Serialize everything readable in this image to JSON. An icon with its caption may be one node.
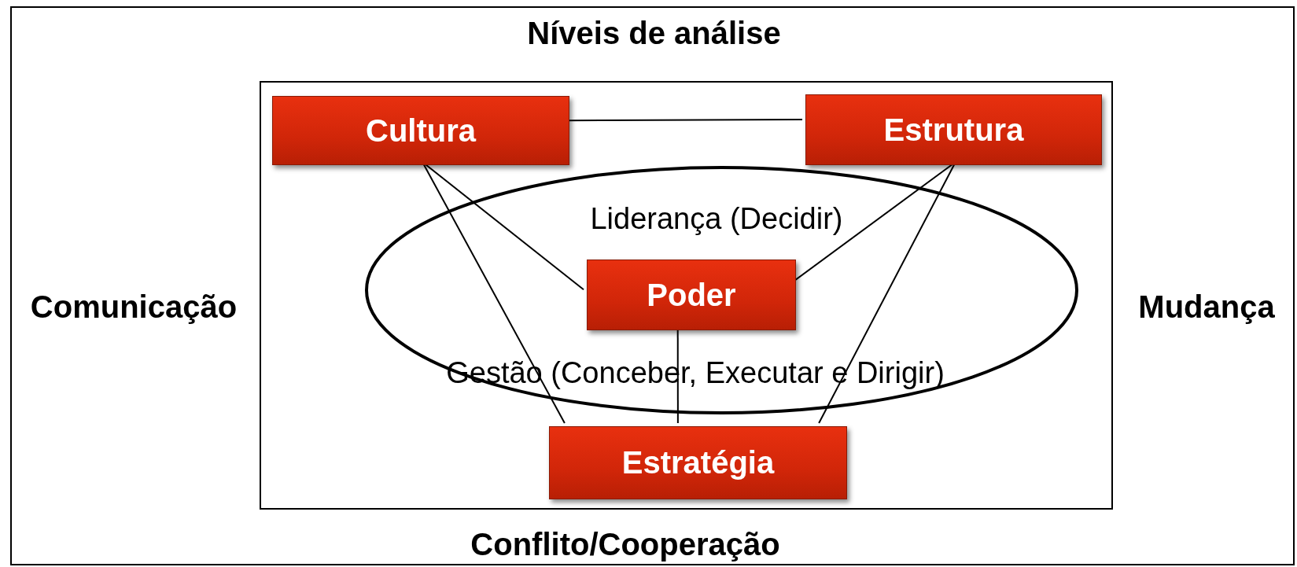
{
  "diagram": {
    "nodes": [
      {
        "text": [
          "Níveis de análise",
          "Comunicação",
          "Mudança",
          "Conflito/Cooperação"
        ]
      },
      {
        "text": [],
        "shape": "box",
        "in": 0
      },
      {
        "text": [
          "Cultura"
        ],
        "in": 1
      },
      {
        "text": [
          "Estrutura"
        ],
        "in": 1
      },
      {
        "text": [
          "Liderança (Decidir)",
          "Gestão (Conceber, Executar e Dirigir)"
        ],
        "in": 1
      },
      {
        "text": [
          "Poder"
        ],
        "in": 4
      },
      {
        "text": [
          "Estratégia"
        ],
        "in": 1
      }
    ],
    "edges": [
      {
        "from": 2,
        "to": 3,
        "arrow": "none"
      },
      {
        "from": 2,
        "to": 5,
        "arrow": "none"
      },
      {
        "from": 2,
        "to": 6,
        "arrow": "none"
      },
      {
        "from": 3,
        "to": 5,
        "arrow": "none"
      },
      {
        "from": 3,
        "to": 6,
        "arrow": "none"
      },
      {
        "from": 5,
        "to": 6,
        "arrow": "none"
      }
    ]
  }
}
